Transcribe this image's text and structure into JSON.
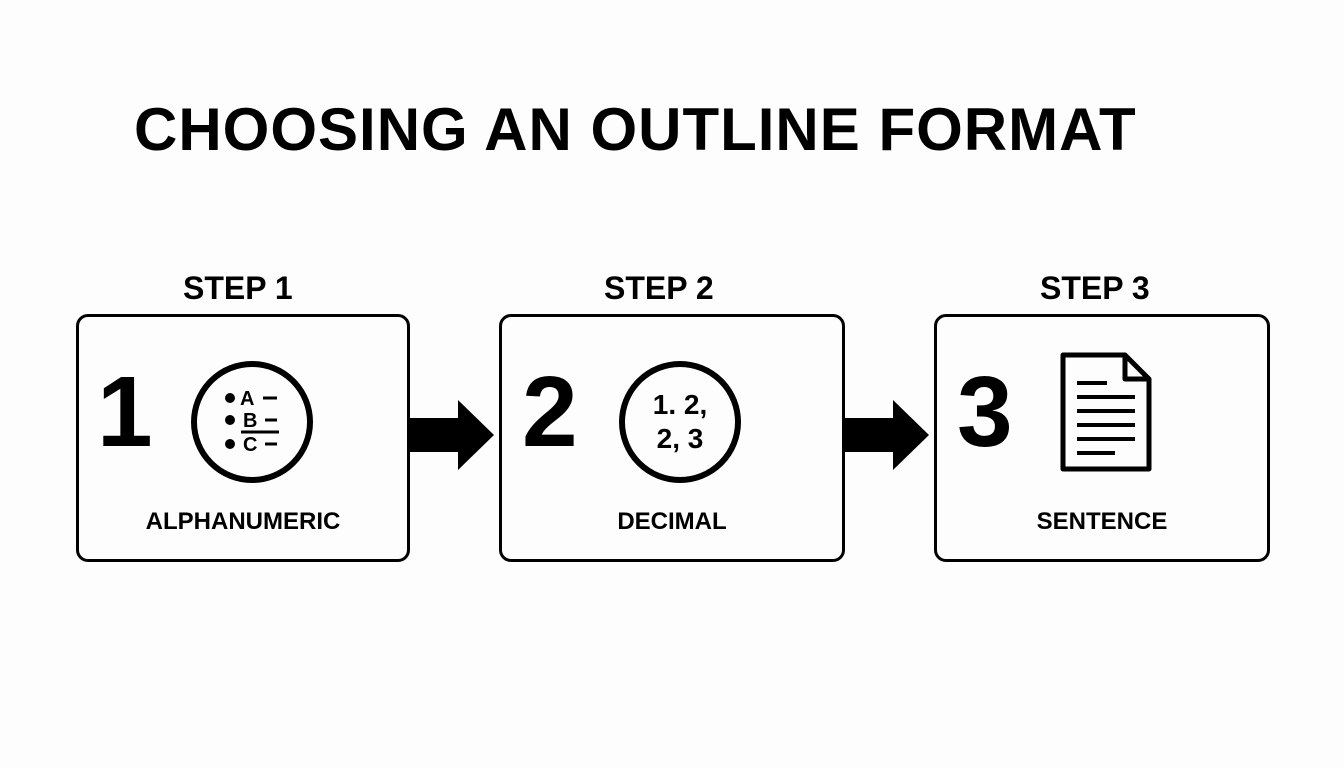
{
  "title": "CHOOSING AN OUTLINE FORMAT",
  "steps": [
    {
      "step_label": "STEP 1",
      "number": "1",
      "format_label": "ALPHANUMERIC",
      "icon": "alphanumeric-list-icon",
      "icon_text": [
        "A",
        "B",
        "C"
      ]
    },
    {
      "step_label": "STEP 2",
      "number": "2",
      "format_label": "DECIMAL",
      "icon": "decimal-list-icon",
      "icon_text": [
        "1. 2,",
        "2, 3"
      ]
    },
    {
      "step_label": "STEP 3",
      "number": "3",
      "format_label": "SENTENCE",
      "icon": "document-icon"
    }
  ],
  "connectors": [
    "arrow-right-icon",
    "arrow-right-icon"
  ]
}
